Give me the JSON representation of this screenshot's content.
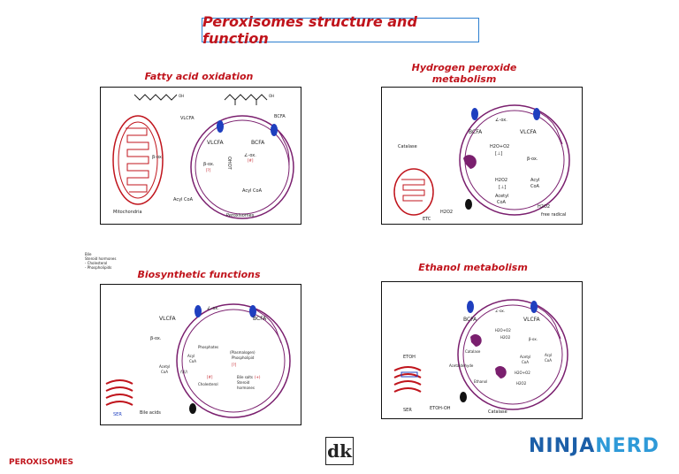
{
  "title": "Peroxisomes structure and function",
  "footer": {
    "left": "PEROXISOMES",
    "logo_center": "dk",
    "logo_right_a": "NINJA",
    "logo_right_b": "NERD"
  },
  "colors": {
    "red": "#c0141c",
    "purple": "#7a1f6e",
    "blue": "#1f3fbf",
    "border": "#111111"
  },
  "panels": {
    "fatty": {
      "title": "Fatty acid oxidation",
      "labels": {
        "oh1": "OH",
        "oh2": "OH",
        "vlcfa_top": "VLCFA",
        "bcfa_top": "BCFA",
        "vlcfa": "VLCFA",
        "bcfa": "BCFA",
        "beta_ox": "β-ox.",
        "beta_ox_mark": "[?]",
        "alpha_ox": "∠-ox.",
        "alpha_ox_mark": "[#]",
        "acylcoa_left": "Acyl CoA",
        "acylcoa_right": "Acyl CoA",
        "beta_mito": "β-ox.",
        "mito": "Mitochondria",
        "perox": "Peroxisomes",
        "vert": "OHOT"
      }
    },
    "hydrogen": {
      "title_line1": "Hydrogen peroxide",
      "title_line2": "metabolism",
      "labels": {
        "alpha_ox": "∠-ox.",
        "bcfa": "BCFA",
        "vlcfa": "VLCFA",
        "catalase": "Catalase",
        "h2o_o2": "H2O+O2",
        "bracket1": "[⊥]",
        "beta_ox": "β-ox.",
        "h2o2": "H2O2",
        "bracket2": "[⊥]",
        "acyl": "Acyl",
        "acyl_coa": "CoA",
        "acetyl": "Acetyl",
        "acetyl_coa": "CoA",
        "h2o2_bottom": "H2O2",
        "h2o2_right": "H2O2",
        "free_radical": "free radical",
        "etc": "ETC"
      }
    },
    "bio": {
      "title": "Biosynthetic functions",
      "legend": {
        "bile": "Bile",
        "steroid": "Steroid hormones",
        "cholesterol": "- Cholesterol",
        "phospho": "- Phospholipids"
      },
      "labels": {
        "alpha_ox": "∠-ox.",
        "vlcfa": "VLCFA",
        "bcfa": "BCFA",
        "beta_ox": "β-ox.",
        "phosphates": "Phosphates",
        "plasmalogen": "(Plasmalogen)",
        "phospholipid": "Phospholipid",
        "mark2": "[?]",
        "acyl": "Acyl",
        "coa": "CoA",
        "acetyl": "Acetyl",
        "acetyl_coa": "CoA",
        "zigzag": "/\\/\\/\\",
        "mark3": "[#]",
        "cholesterol": "Cholesterol",
        "bile_salts": "Bile salts",
        "mark4": "(+)",
        "steroid": "Steroid",
        "hormones": "hormones",
        "ser": "SER",
        "bile_acids": "Bile acids"
      }
    },
    "ethanol": {
      "title": "Ethanol metabolism",
      "labels": {
        "alpha_ox": "∠-ox.",
        "bcfa": "BCFA",
        "vlcfa": "VLCFA",
        "h2o_o2": "H2O+O2",
        "h2o2_small": "H2O2",
        "beta_ox": "β-ox.",
        "catalase_in": "Catalase",
        "acetaldehyde": "Acetaldehyde",
        "acyl": "Acyl",
        "coa": "CoA",
        "acetyl": "Acetyl",
        "acetyl_coa": "CoA",
        "h2o_o2_b": "H2O+O2",
        "h2o2_b": "H2O2",
        "ethanol": "Ethanol",
        "etoh": "ETOH",
        "ser": "SER",
        "etoh_oh": "ETOH-OH",
        "catalase_bottom": "Catalase"
      }
    }
  }
}
